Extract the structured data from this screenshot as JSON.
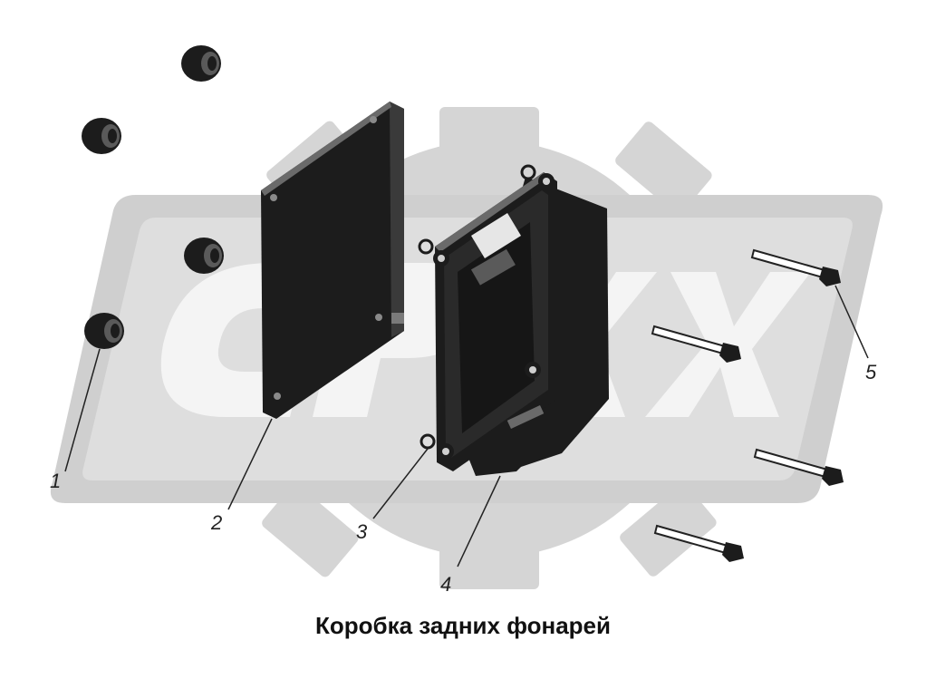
{
  "caption": "Коробка задних фонарей",
  "callouts": [
    "1",
    "2",
    "3",
    "4",
    "5"
  ],
  "watermark": {
    "icon": "gear-logo-watermark",
    "lettering": "СРЫХ",
    "color": "#d3d3d3"
  },
  "colors": {
    "part_fill": "#1c1c1c",
    "part_highlight": "#6a6a6a",
    "line": "#222222"
  }
}
